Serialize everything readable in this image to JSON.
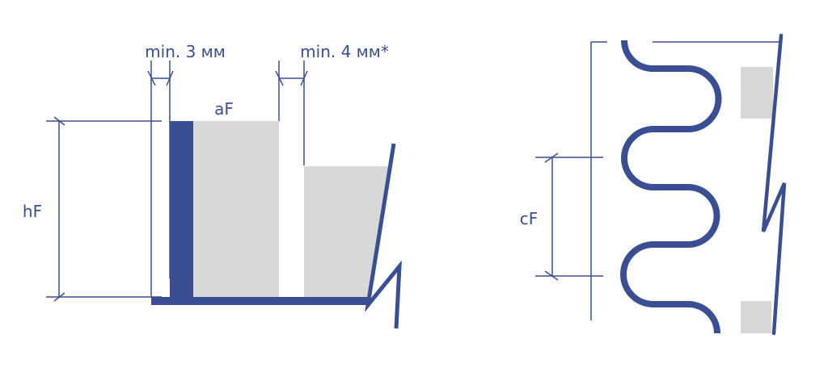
{
  "labels": {
    "gap_left": "min. 3 мм",
    "gap_right": "min. 4 мм*",
    "width": "aF",
    "height": "hF",
    "pitch": "cF"
  },
  "colors": {
    "profile": "#3a4f93",
    "fill": "#d9d8d9",
    "line": "#3a4f93"
  }
}
